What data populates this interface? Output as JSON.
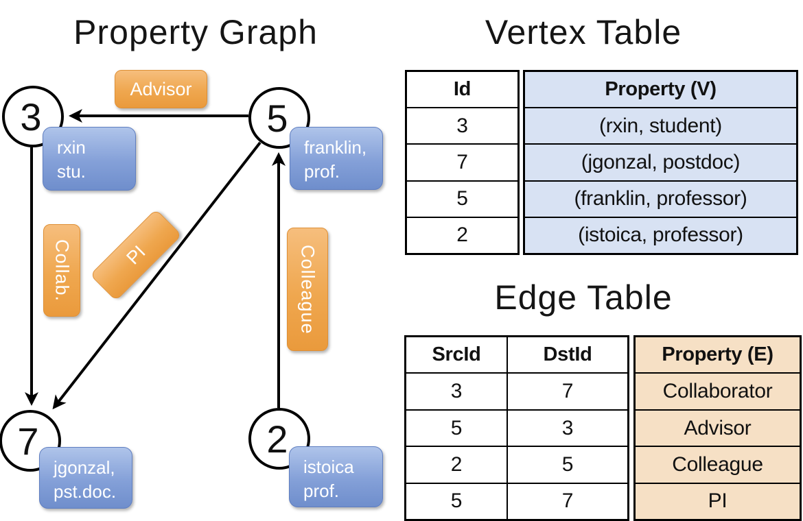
{
  "graph": {
    "title": "Property Graph",
    "nodes": [
      {
        "id": "3",
        "property_line1": "rxin",
        "property_line2": "stu."
      },
      {
        "id": "5",
        "property_line1": "franklin,",
        "property_line2": "prof."
      },
      {
        "id": "7",
        "property_line1": "jgonzal,",
        "property_line2": "pst.doc."
      },
      {
        "id": "2",
        "property_line1": "istoica",
        "property_line2": "prof."
      }
    ],
    "edge_labels": {
      "advisor": "Advisor",
      "collab": "Collab.",
      "pi": "PI",
      "colleague": "Colleague"
    }
  },
  "vertex_table": {
    "title": "Vertex Table",
    "id_header": "Id",
    "property_header": "Property (V)",
    "rows": [
      {
        "id": "3",
        "property": "(rxin, student)"
      },
      {
        "id": "7",
        "property": "(jgonzal, postdoc)"
      },
      {
        "id": "5",
        "property": "(franklin, professor)"
      },
      {
        "id": "2",
        "property": "(istoica, professor)"
      }
    ]
  },
  "edge_table": {
    "title": "Edge Table",
    "src_header": "SrcId",
    "dst_header": "DstId",
    "property_header": "Property (E)",
    "rows": [
      {
        "src": "3",
        "dst": "7",
        "property": "Collaborator"
      },
      {
        "src": "5",
        "dst": "3",
        "property": "Advisor"
      },
      {
        "src": "2",
        "dst": "5",
        "property": "Colleague"
      },
      {
        "src": "5",
        "dst": "7",
        "property": "PI"
      }
    ]
  },
  "colors": {
    "vertex_box": "#84A0D8",
    "edge_pill": "#EFA74F",
    "vertex_table_fill": "#D8E2F3",
    "edge_table_fill": "#F6E0C5",
    "stroke": "#000000"
  }
}
